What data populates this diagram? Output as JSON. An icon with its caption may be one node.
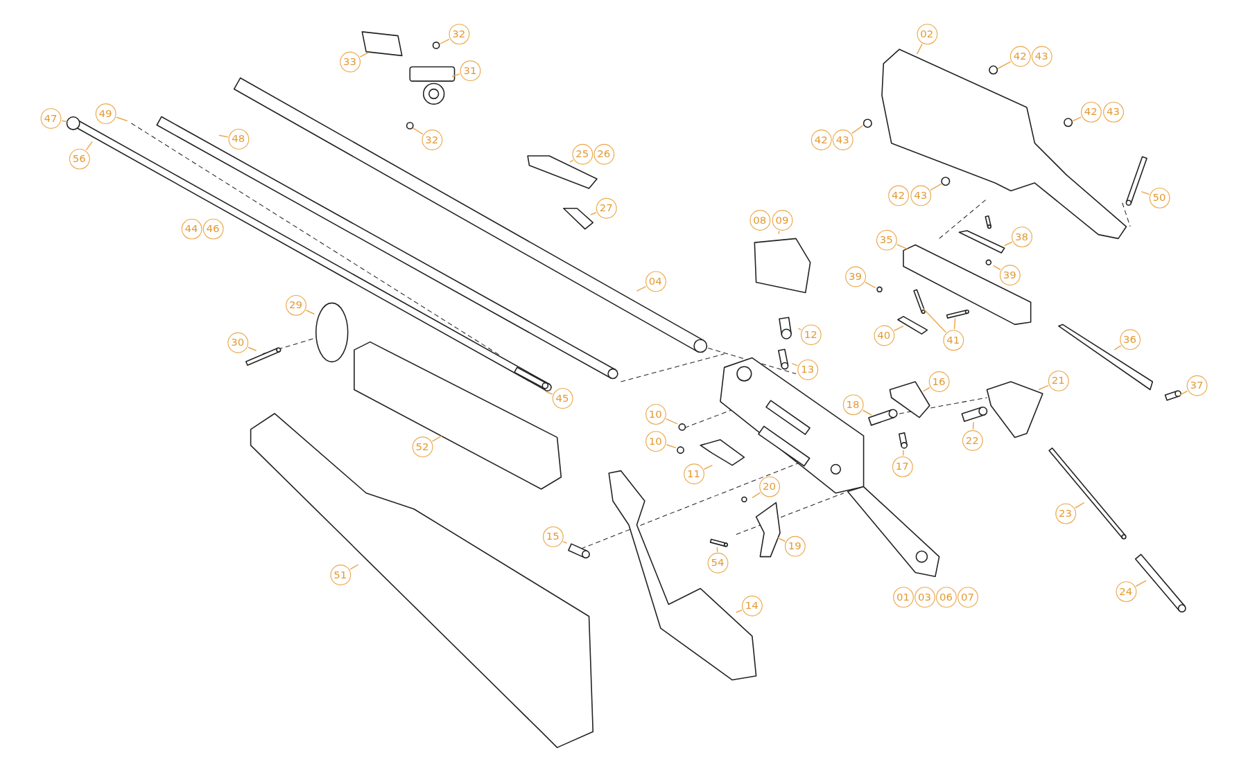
{
  "diagram": {
    "nodes": [
      {
        "text": [
          "32"
        ]
      },
      {
        "text": [
          "33"
        ]
      },
      {
        "text": [
          "31"
        ]
      },
      {
        "text": [
          "32"
        ]
      },
      {
        "text": [
          "02"
        ]
      },
      {
        "text": [
          "42"
        ]
      },
      {
        "text": [
          "43"
        ]
      },
      {
        "text": [
          "47"
        ]
      },
      {
        "text": [
          "49"
        ]
      },
      {
        "text": [
          "56"
        ]
      },
      {
        "text": [
          "48"
        ]
      },
      {
        "text": [
          "42"
        ]
      },
      {
        "text": [
          "43"
        ]
      },
      {
        "text": [
          "42"
        ]
      },
      {
        "text": [
          "43"
        ]
      },
      {
        "text": [
          "25"
        ]
      },
      {
        "text": [
          "26"
        ]
      },
      {
        "text": [
          "42"
        ]
      },
      {
        "text": [
          "43"
        ]
      },
      {
        "text": [
          "50"
        ]
      },
      {
        "text": [
          "27"
        ]
      },
      {
        "text": [
          "08"
        ]
      },
      {
        "text": [
          "09"
        ]
      },
      {
        "text": [
          "44"
        ]
      },
      {
        "text": [
          "46"
        ]
      },
      {
        "text": [
          "38"
        ]
      },
      {
        "text": [
          "35"
        ]
      },
      {
        "text": [
          "39"
        ]
      },
      {
        "text": [
          "39"
        ]
      },
      {
        "text": [
          "04"
        ]
      },
      {
        "text": [
          "29"
        ]
      },
      {
        "text": [
          "12"
        ]
      },
      {
        "text": [
          "40"
        ]
      },
      {
        "text": [
          "41"
        ]
      },
      {
        "text": [
          "36"
        ]
      },
      {
        "text": [
          "30"
        ]
      },
      {
        "text": [
          "13"
        ]
      },
      {
        "text": [
          "21"
        ]
      },
      {
        "text": [
          "16"
        ]
      },
      {
        "text": [
          "37"
        ]
      },
      {
        "text": [
          "45"
        ]
      },
      {
        "text": [
          "18"
        ]
      },
      {
        "text": [
          "10"
        ]
      },
      {
        "text": [
          "22"
        ]
      },
      {
        "text": [
          "10"
        ]
      },
      {
        "text": [
          "52"
        ]
      },
      {
        "text": [
          "17"
        ]
      },
      {
        "text": [
          "11"
        ]
      },
      {
        "text": [
          "20"
        ]
      },
      {
        "text": [
          "23"
        ]
      },
      {
        "text": [
          "15"
        ]
      },
      {
        "text": [
          "19"
        ]
      },
      {
        "text": [
          "54"
        ]
      },
      {
        "text": [
          "51"
        ]
      },
      {
        "text": [
          "01"
        ]
      },
      {
        "text": [
          "03"
        ]
      },
      {
        "text": [
          "06"
        ]
      },
      {
        "text": [
          "07"
        ]
      },
      {
        "text": [
          "24"
        ]
      },
      {
        "text": [
          "14"
        ]
      }
    ],
    "edges": [
      {
        "from": 0,
        "to": null,
        "arrow": "none"
      },
      {
        "from": 1,
        "to": null,
        "arrow": "none"
      },
      {
        "from": 2,
        "to": null,
        "arrow": "none"
      },
      {
        "from": 3,
        "to": null,
        "arrow": "none"
      },
      {
        "from": 4,
        "to": null,
        "arrow": "none"
      },
      {
        "from": 5,
        "to": null,
        "arrow": "none"
      },
      {
        "from": 7,
        "to": null,
        "arrow": "none"
      },
      {
        "from": 8,
        "to": null,
        "arrow": "none"
      },
      {
        "from": 9,
        "to": null,
        "arrow": "none"
      },
      {
        "from": 10,
        "to": null,
        "arrow": "none"
      },
      {
        "from": 12,
        "to": null,
        "arrow": "none"
      },
      {
        "from": 13,
        "to": null,
        "arrow": "none"
      },
      {
        "from": 15,
        "to": null,
        "arrow": "none"
      },
      {
        "from": 18,
        "to": null,
        "arrow": "none"
      },
      {
        "from": 19,
        "to": null,
        "arrow": "none"
      },
      {
        "from": 20,
        "to": null,
        "arrow": "none"
      },
      {
        "from": 22,
        "to": null,
        "arrow": "none"
      },
      {
        "from": 25,
        "to": null,
        "arrow": "none"
      },
      {
        "from": 26,
        "to": null,
        "arrow": "none"
      },
      {
        "from": 27,
        "to": null,
        "arrow": "none"
      },
      {
        "from": 28,
        "to": null,
        "arrow": "none"
      },
      {
        "from": 29,
        "to": null,
        "arrow": "none"
      },
      {
        "from": 30,
        "to": null,
        "arrow": "none"
      },
      {
        "from": 31,
        "to": null,
        "arrow": "none"
      },
      {
        "from": 32,
        "to": null,
        "arrow": "none"
      },
      {
        "from": 33,
        "to": null,
        "arrow": "none"
      },
      {
        "from": 33,
        "to": null,
        "arrow": "none"
      },
      {
        "from": 34,
        "to": null,
        "arrow": "none"
      },
      {
        "from": 35,
        "to": null,
        "arrow": "none"
      },
      {
        "from": 36,
        "to": null,
        "arrow": "none"
      },
      {
        "from": 37,
        "to": null,
        "arrow": "none"
      },
      {
        "from": 38,
        "to": null,
        "arrow": "none"
      },
      {
        "from": 39,
        "to": null,
        "arrow": "none"
      },
      {
        "from": 40,
        "to": null,
        "arrow": "none"
      },
      {
        "from": 41,
        "to": null,
        "arrow": "none"
      },
      {
        "from": 42,
        "to": null,
        "arrow": "none"
      },
      {
        "from": 43,
        "to": null,
        "arrow": "none"
      },
      {
        "from": 44,
        "to": null,
        "arrow": "none"
      },
      {
        "from": 45,
        "to": null,
        "arrow": "none"
      },
      {
        "from": 46,
        "to": null,
        "arrow": "none"
      },
      {
        "from": 47,
        "to": null,
        "arrow": "none"
      },
      {
        "from": 48,
        "to": null,
        "arrow": "none"
      },
      {
        "from": 49,
        "to": null,
        "arrow": "none"
      },
      {
        "from": 50,
        "to": null,
        "arrow": "none"
      },
      {
        "from": 51,
        "to": null,
        "arrow": "none"
      },
      {
        "from": 52,
        "to": null,
        "arrow": "none"
      },
      {
        "from": 53,
        "to": null,
        "arrow": "none"
      },
      {
        "from": 58,
        "to": null,
        "arrow": "none"
      },
      {
        "from": 59,
        "to": null,
        "arrow": "none"
      }
    ]
  }
}
